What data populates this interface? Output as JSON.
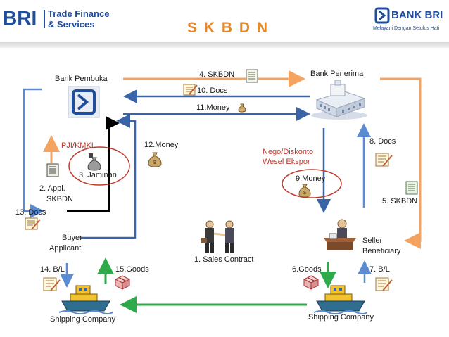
{
  "header": {
    "title": "S K B D N",
    "brand_left_abbr": "BRI",
    "brand_left_line1": "Trade Finance",
    "brand_left_line2": "& Services",
    "brand_right_name": "BANK BRI",
    "brand_right_tagline": "Melayani Dengan Setulus Hati"
  },
  "parties": {
    "bank_pembuka": "Bank Pembuka",
    "bank_penerima": "Bank Penerima",
    "buyer_line1": "Buyer",
    "buyer_line2": "Applicant",
    "seller_line1": "Seller",
    "seller_line2": "Beneficiary",
    "shipping_left": "Shipping Company",
    "shipping_right": "Shipping Company"
  },
  "steps": {
    "s1": "1. Sales Contract",
    "s2_line1": "2. Appl.",
    "s2_line2": "SKBDN",
    "s3": "3. Jaminan",
    "s4": "4. SKBDN",
    "s5": "5. SKBDN",
    "s6": "6.Goods",
    "s7": "7. B/L",
    "s8": "8. Docs",
    "s9": "9.Money",
    "s10": "10. Docs",
    "s11": "11.Money",
    "s12": "12.Money",
    "s13": "13. Docs",
    "s14": "14. B/L",
    "s15": "15.Goods"
  },
  "notes": {
    "pji": "PJI/KMKI",
    "nego_line1": "Nego/Diskonto",
    "nego_line2": "Wesel Ekspor"
  },
  "colors": {
    "brand_blue": "#1f4e9c",
    "title_orange": "#e6892a",
    "flow_orange": "#f4a460",
    "flow_blue": "#3a64a8",
    "flow_lightblue": "#5b8bd0",
    "flow_green": "#2eaa4a",
    "highlight_red": "#c0392b"
  },
  "icons": [
    "bri-logo-icon",
    "bank-building-icon",
    "document-icon",
    "document-pen-icon",
    "money-bag-icon",
    "handshake-icon",
    "seller-desk-icon",
    "cargo-ship-icon",
    "goods-box-icon"
  ]
}
